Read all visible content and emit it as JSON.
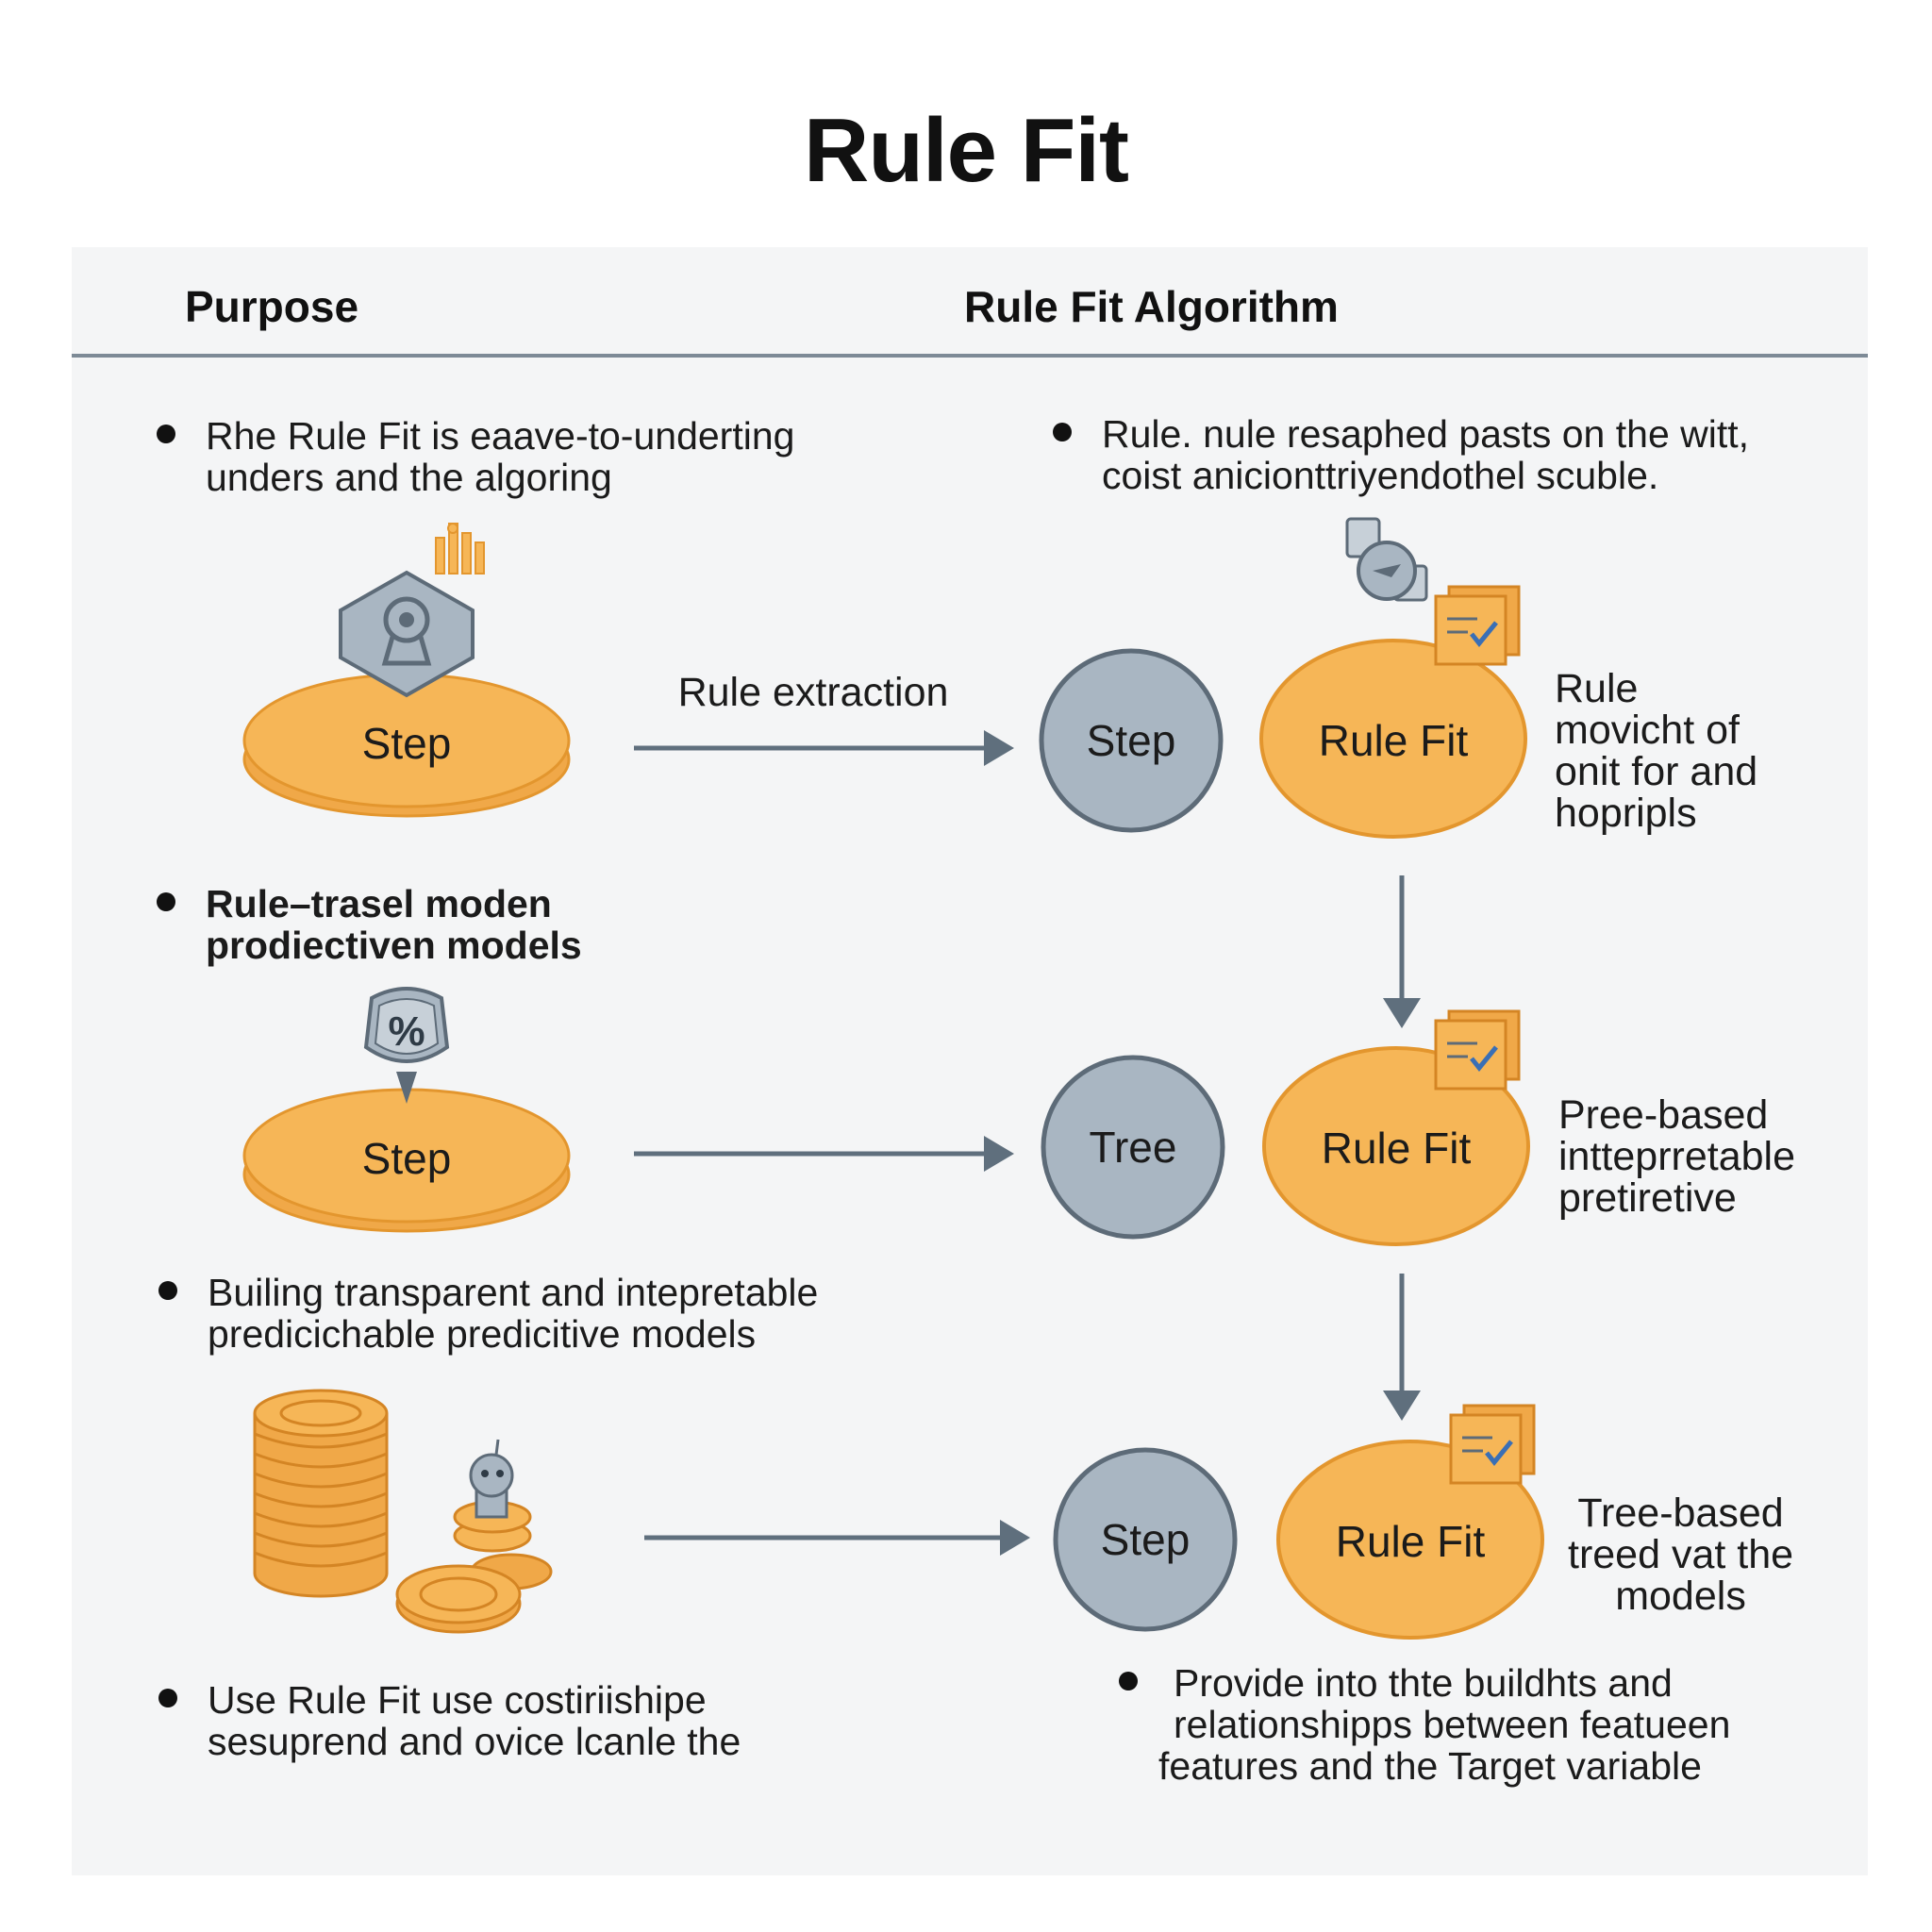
{
  "title": "Rule Fit",
  "headers": {
    "left": "Purpose",
    "right": "Rule Fit Algorithm"
  },
  "left_bullets": [
    {
      "line1": "Rhe Rule Fit is eaave-to-underting",
      "line2": "unders and the algoring"
    },
    {
      "line1": "Rule–trasel moden",
      "line2": "prodiectiven models"
    },
    {
      "line1": "Builing transparent and intepretable",
      "line2": "predicichable predicitive models"
    },
    {
      "line1": "Use Rule Fit use costiriishipe",
      "line2": "sesuprend and ovice lcanle the"
    }
  ],
  "right_bullets": [
    {
      "line1": "Rule. nule resaphed pasts on the witt,",
      "line2": "coist anicionttriyendothel scuble."
    },
    {
      "line1": "Provide into thte buildhts and",
      "line2": "relationshipps between featueen",
      "line3": "features and the Target variable"
    }
  ],
  "arrow_label": "Rule extraction",
  "left_nodes": [
    "Step",
    "Step"
  ],
  "gray_nodes": [
    "Step",
    "Tree",
    "Step"
  ],
  "orange_nodes": [
    "Rule Fit",
    "Rule Fit",
    "Rule Fit"
  ],
  "side_labels": [
    {
      "line1": "Rule",
      "line2": "movicht of",
      "line3": "onit for and",
      "line4": "hopripls"
    },
    {
      "line1": "Pree-based",
      "line2": "intteprretable",
      "line3": "pretiretive"
    },
    {
      "line1": "Tree-based",
      "line2": "treed vat the",
      "line3": "models"
    }
  ],
  "icons": [
    "bar-chart-icon",
    "location-pin-hexagon-icon",
    "percent-tag-icon",
    "coin-stack-icon",
    "robot-figure-icon",
    "gear-badge-icon",
    "checklist-document-icon"
  ],
  "colors": {
    "orange": "#f6b657",
    "orange_stroke": "#e3962e",
    "gray": "#a9b6c2",
    "gray_stroke": "#5d6b78",
    "arrow": "#5f6f7d"
  }
}
